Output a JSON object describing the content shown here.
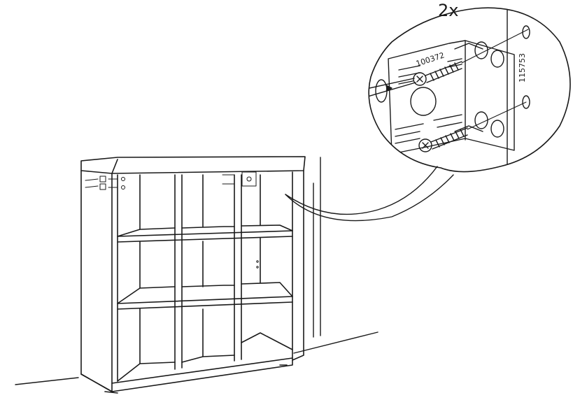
{
  "illustration": {
    "quantity_label": "2x",
    "bracket_part_number": "100372",
    "screw_part_number": "115753",
    "content_description": ""
  }
}
